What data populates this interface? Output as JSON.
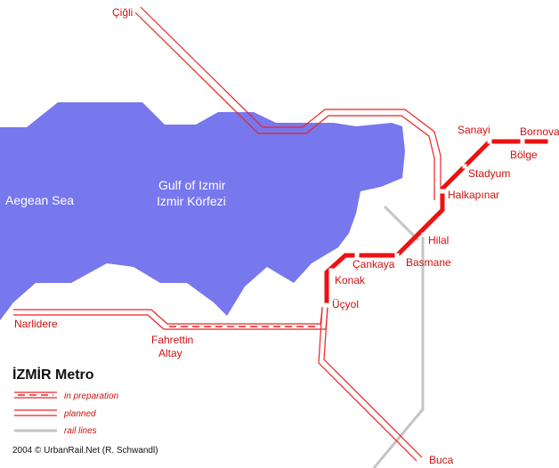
{
  "water": {
    "sea_name": "Aegean Sea",
    "gulf_name_en": "Gulf of Izmir",
    "gulf_name_tr": "Izmir Körfezi",
    "color": "#7777ee"
  },
  "colors": {
    "metro": "#ee1111",
    "label": "#cc1111",
    "rail": "#c4c4c4"
  },
  "stations": [
    {
      "id": "bornova",
      "name": "Bornova"
    },
    {
      "id": "bolge",
      "name": "Bölge"
    },
    {
      "id": "sanayi",
      "name": "Sanayi"
    },
    {
      "id": "stadyum",
      "name": "Stadyum"
    },
    {
      "id": "halkapinar",
      "name": "Halkapınar"
    },
    {
      "id": "hilal",
      "name": "Hilal"
    },
    {
      "id": "basmane",
      "name": "Basmane"
    },
    {
      "id": "cankaya",
      "name": "Çankaya"
    },
    {
      "id": "konak",
      "name": "Konak"
    },
    {
      "id": "ucyol",
      "name": "Üçyol"
    }
  ],
  "places": [
    {
      "id": "cigli",
      "name": "Çiğli"
    },
    {
      "id": "narlidere",
      "name": "Narlidere"
    },
    {
      "id": "fahrettin",
      "name": "Fahrettin"
    },
    {
      "id": "altay",
      "name": "Altay"
    },
    {
      "id": "buca",
      "name": "Buca"
    }
  ],
  "legend": {
    "title": "İZMİR Metro",
    "items": [
      {
        "id": "prep",
        "label": "in preparation"
      },
      {
        "id": "planned",
        "label": "planned"
      },
      {
        "id": "rail",
        "label": "rail lines"
      }
    ]
  },
  "credit": "2004 © UrbanRail.Net (R. Schwandl)"
}
